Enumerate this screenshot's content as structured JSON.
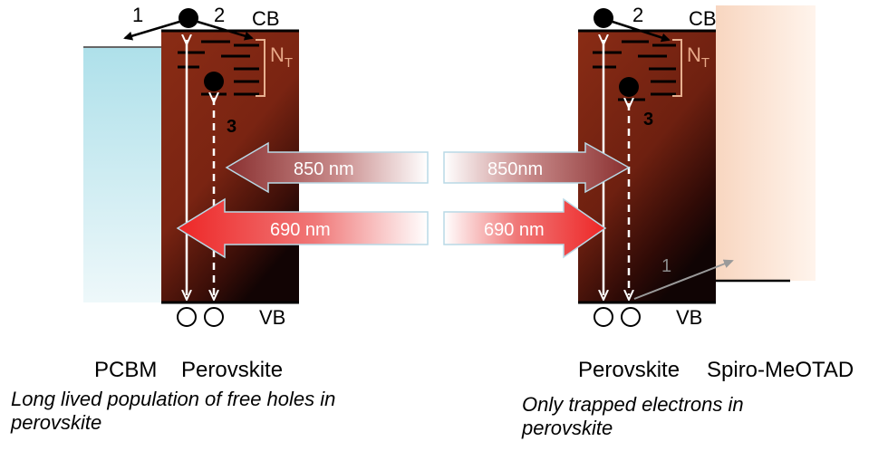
{
  "left": {
    "cb": "CB",
    "vb": "VB",
    "trap": "N",
    "trap_sub": "T",
    "n1": "1",
    "n2": "2",
    "n3": "3",
    "arrow_850": "850 nm",
    "arrow_690": "690 nm",
    "material_a": "PCBM",
    "material_b": "Perovskite",
    "caption_line1": "Long lived population of free holes in",
    "caption_line2": "perovskite"
  },
  "right": {
    "cb": "CB",
    "vb": "VB",
    "trap": "N",
    "trap_sub": "T",
    "n1": "1",
    "n2": "2",
    "n3": "3",
    "arrow_850": "850nm",
    "arrow_690": "690 nm",
    "material_a": "Perovskite",
    "material_b": "Spiro-MeOTAD",
    "caption_line1": "Only trapped electrons in",
    "caption_line2": "perovskite"
  },
  "colors": {
    "perovskite_top": "#8a2a14",
    "perovskite_bottom": "#1a0806",
    "pcbm": "#bfe6ee",
    "spiro": "#fbe3d3",
    "arrow_850": "#8c3a3a",
    "arrow_690": "#ee2a2a"
  }
}
